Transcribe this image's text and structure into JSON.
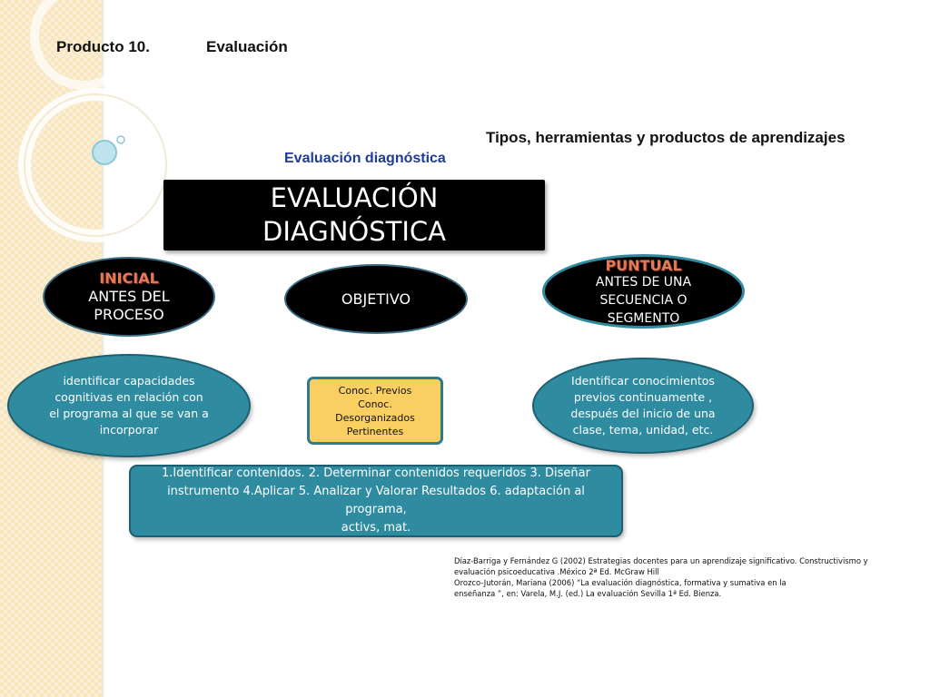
{
  "header": {
    "product": "Producto 10.",
    "section": "Evaluación"
  },
  "subtitle": "Tipos, herramientas y productos de aprendizajes",
  "diagram_label": "Evaluación diagnóstica",
  "title_box": {
    "line1": "EVALUACIÓN",
    "line2": "DIAGNÓSTICA"
  },
  "inicial": {
    "title": "INICIAL",
    "line1": "ANTES DEL",
    "line2": "PROCESO"
  },
  "objetivo": {
    "label": "OBJETIVO"
  },
  "puntual": {
    "title": "PUNTUAL",
    "line1": "ANTES DE UNA",
    "line2": "SECUENCIA O",
    "line3": "SEGMENTO"
  },
  "inicial_detail": {
    "line1": "identificar  capacidades",
    "line2": "cognitivas en relación con",
    "line3": "el programa al que se van a",
    "line4": "incorporar"
  },
  "objetivo_detail": {
    "line1": "Conoc. Previos",
    "line2": "Conoc.",
    "line3": "Desorganizados",
    "line4": "Pertinentes"
  },
  "puntual_detail": {
    "line1": "Identificar conocimientos",
    "line2": "previos continuamente ,",
    "line3": "después del inicio de una",
    "line4": "clase, tema, unidad, etc."
  },
  "steps": {
    "line1": "1.Identificar contenidos. 2. Determinar contenidos requeridos 3. Diseñar",
    "line2": "instrumento 4.Aplicar 5. Analizar y Valorar Resultados 6. adaptación al programa,",
    "line3": "activs, mat."
  },
  "references": {
    "line1": "Díaz-Barriga y Fernández G (2002) Estrategias docentes para un aprendizaje significativo. Constructivismo y",
    "line2": "evaluación psicoeducativa .México 2ª Ed. McGraw Hill",
    "line3": "Orozco-Jutorán, Mariana (2006) “La evaluación diagnóstica, formativa y sumativa en la",
    "line4": "enseñanza ”, en: Varela, M.J. (ed.) La evaluación Sevilla 1ª Ed. Bienza."
  },
  "colors": {
    "sidebar": "#f7e6bf",
    "title_box": "#000000",
    "oval_teal": "#2f8ba0",
    "yellow_box": "#f9cf61",
    "accent_title": "#e07a5a",
    "diagram_label": "#1f3b96"
  }
}
